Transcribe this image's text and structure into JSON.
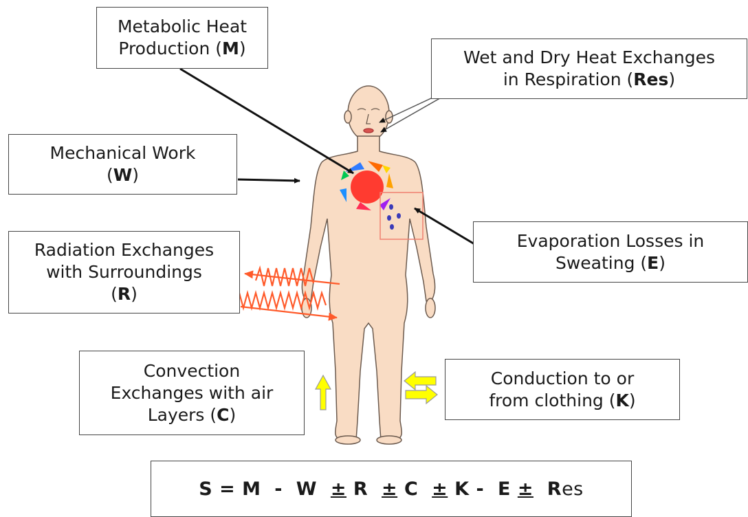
{
  "labels": {
    "metabolic": {
      "line1": "Metabolic Heat",
      "line2_pre": "Production (",
      "symbol": "M",
      "line2_post": ")"
    },
    "respiration": {
      "line1": "Wet and Dry Heat Exchanges",
      "line2_pre": "in Respiration (",
      "symbol": "Res",
      "line2_post": ")"
    },
    "mechanical": {
      "line1": "Mechanical Work",
      "line2_pre": "(",
      "symbol": "W",
      "line2_post": ")"
    },
    "evaporation": {
      "line1": "Evaporation Losses in",
      "line2_pre": "Sweating (",
      "symbol": "E",
      "line2_post": ")"
    },
    "radiation": {
      "line1": "Radiation Exchanges",
      "line2": "with Surroundings",
      "line3_pre": "(",
      "symbol": "R",
      "line3_post": ")"
    },
    "convection": {
      "line1": "Convection",
      "line2": "Exchanges with air",
      "line3_pre": "Layers (",
      "symbol": "C",
      "line3_post": ")"
    },
    "conduction": {
      "line1": "Conduction to or",
      "line2_pre": "from clothing (",
      "symbol": "K",
      "line2_post": ")"
    }
  },
  "equation": {
    "lhs": "S = M  -  W  ",
    "pm1": "±",
    "r": " R  ",
    "pm2": "±",
    "c": " C  ",
    "pm3": "±",
    "k": " K -  E ",
    "pm4": "±",
    "res_bold": "  R",
    "res_rest": "es"
  },
  "colors": {
    "skin": "#f9dcc4",
    "skin_outline": "#6b5a4e",
    "heart": "#ff3b30",
    "radiation": "#ff5a2a",
    "arrow_yellow": "#ffff00",
    "sweat_box": "#f08070"
  }
}
